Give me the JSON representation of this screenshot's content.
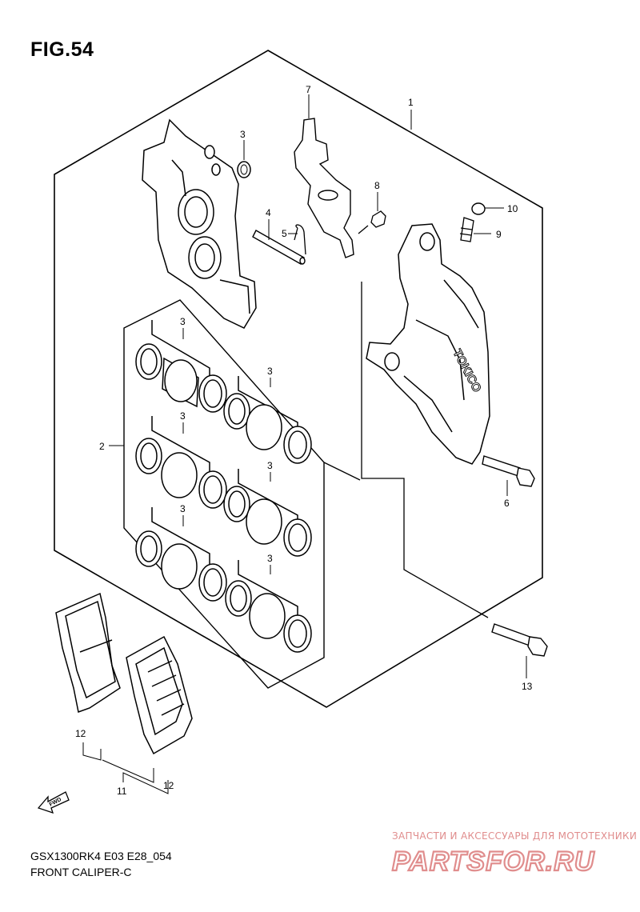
{
  "figure": {
    "title": "FIG.54",
    "model_code": "GSX1300RK4 E03 E28_054",
    "name": "FRONT CALIPER-C",
    "fwd_label": "FWD",
    "caliper_brand": "TOKICO"
  },
  "callouts": [
    "1",
    "2",
    "3",
    "4",
    "5",
    "6",
    "7",
    "8",
    "9",
    "10",
    "11",
    "12",
    "13"
  ],
  "watermark": {
    "caption": "ЗАПЧАСТИ И АКСЕССУАРЫ ДЛЯ МОТОТЕХНИКИ",
    "logo_text": "PARTSFOR.RU",
    "color": "#e08d8d"
  }
}
